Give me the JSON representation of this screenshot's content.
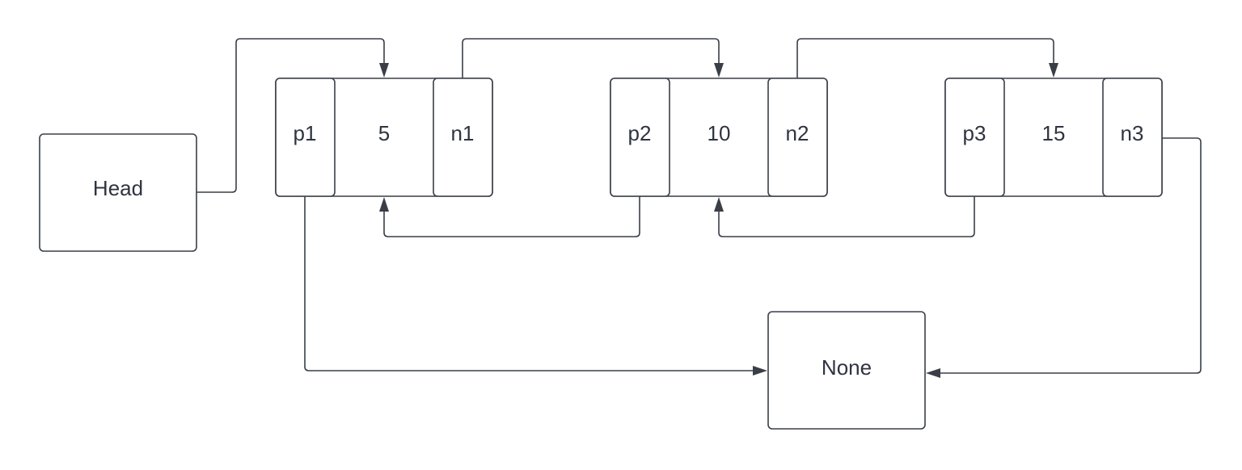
{
  "diagram": {
    "head": {
      "label": "Head"
    },
    "none": {
      "label": "None"
    },
    "nodes": [
      {
        "prev": "p1",
        "value": "5",
        "next": "n1"
      },
      {
        "prev": "p2",
        "value": "10",
        "next": "n2"
      },
      {
        "prev": "p3",
        "value": "15",
        "next": "n3"
      }
    ],
    "colors": {
      "stroke": "#3a3f47",
      "text": "#2e3440",
      "background": "#ffffff"
    }
  }
}
